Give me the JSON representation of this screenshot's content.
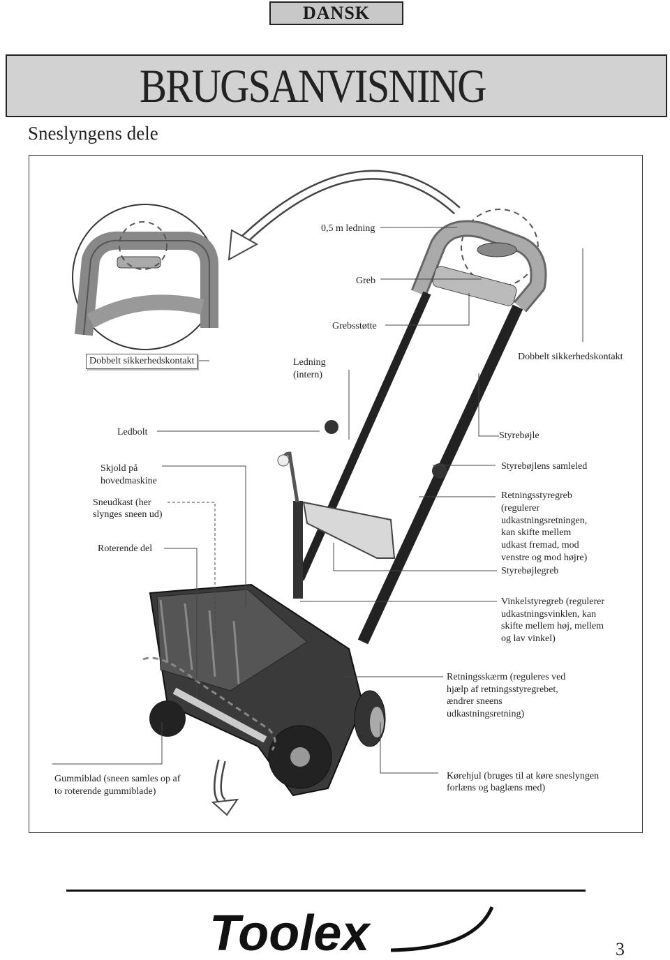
{
  "header": {
    "language": "DANSK",
    "title": "BRUGSANVISNING",
    "subtitle": "Sneslyngens dele"
  },
  "labels": {
    "cord": "0,5 m ledning",
    "grip": "Greb",
    "grip_support": "Grebsstøtte",
    "safety_switch_left": "Dobbelt sikkerhedskontakt",
    "cord_internal_1": "Ledning",
    "cord_internal_2": "(intern)",
    "safety_switch_right": "Dobbelt sikkerhedskontakt",
    "pivot_bolt": "Ledbolt",
    "handle": "Styrebøjle",
    "shield_1": "Skjold på",
    "shield_2": "hovedmaskine",
    "handle_joint": "Styrebøjlens samleled",
    "chute_1": "Sneudkast (her",
    "chute_2": "slynges sneen ud)",
    "direction_lever_1": "Retningsstyregreb",
    "direction_lever_2": "(regulerer",
    "direction_lever_3": "udkastningsretningen,",
    "direction_lever_4": "kan skifte mellem",
    "direction_lever_5": "udkast fremad, mod",
    "direction_lever_6": "venstre og mod højre)",
    "rotor": "Roterende del",
    "handle_grip": "Styrebøjlegreb",
    "angle_lever_1": "Vinkelstyregreb (regulerer",
    "angle_lever_2": "udkastningsvinklen, kan",
    "angle_lever_3": "skifte mellem høj, mellem",
    "angle_lever_4": "og lav vinkel)",
    "deflector_1": "Retningsskærm (reguleres ved",
    "deflector_2": "hjælp af retningsstyregrebet,",
    "deflector_3": "ændrer sneens",
    "deflector_4": "udkastningsretning)",
    "rubber_blade_1": "Gummiblad (sneen samles op af",
    "rubber_blade_2": "to roterende gummiblade)",
    "wheels_1": "Kørehjul (bruges til at køre sneslyngen",
    "wheels_2": "forlæns og baglæns med)"
  },
  "footer": {
    "logo": "Toolex",
    "page_number": "3"
  }
}
